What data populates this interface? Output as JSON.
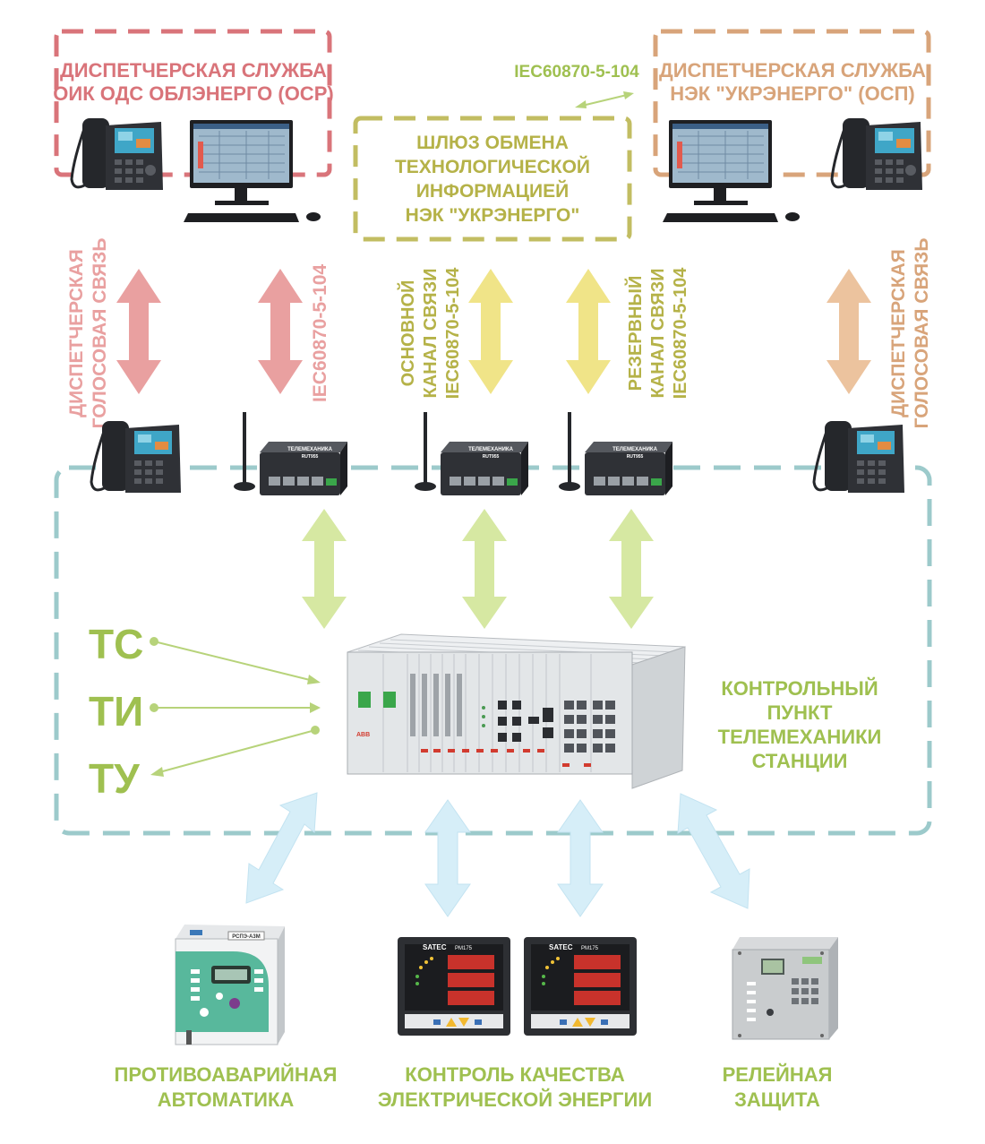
{
  "colors": {
    "red": "#d9747a",
    "red_arrow": "#e9a0a0",
    "tan": "#d8a47a",
    "tan_arrow": "#ecc39e",
    "olive": "#c2bd62",
    "olive_text": "#b5b248",
    "yellow_arrow": "#f0e488",
    "teal": "#9ccacb",
    "green_arrow": "#d6e8a2",
    "green_text": "#9fc050",
    "blue_arrow": "#d6eef8",
    "device_dark": "#2f3136",
    "panel_light": "#e3e6e8"
  },
  "labels": {
    "osr_line1": "ДИСПЕТЧЕРСКАЯ СЛУЖБА",
    "osr_line2": "ОИК ОДС ОБЛЭНЕРГО (ОСР)",
    "osp_line1": "ДИСПЕТЧЕРСКАЯ СЛУЖБА",
    "osp_line2": "НЭК \"УКРЭНЕРГО\" (ОСП)",
    "top_protocol": "IEC60870-5-104",
    "gateway_line1": "ШЛЮЗ ОБМЕНА",
    "gateway_line2": "ТЕХНОЛОГИЧЕСКОЙ",
    "gateway_line3": "ИНФОРМАЦИЕЙ",
    "gateway_line4": "НЭК \"УКРЭНЕРГО\"",
    "voice_left_line1": "ДИСПЕТЧЕРСКАЯ",
    "voice_left_line2": "ГОЛОСОВАЯ СВЯЗЬ",
    "iec_left": "IEC60870-5-104",
    "main_ch_line1": "ОСНОВНОЙ",
    "main_ch_line2": "КАНАЛ СВЯЗИ",
    "main_ch_line3": "IEC60870-5-104",
    "reserve_ch_line1": "РЕЗЕРВНЫЙ",
    "reserve_ch_line2": "КАНАЛ СВЯЗИ",
    "reserve_ch_line3": "IEC60870-5-104",
    "voice_right_line1": "ДИСПЕТЧЕРСКАЯ",
    "voice_right_line2": "ГОЛОСОВАЯ СВЯЗЬ",
    "ts": "ТС",
    "ti": "ТИ",
    "tu": "ТУ",
    "kp_line1": "КОНТРОЛЬНЫЙ",
    "kp_line2": "ПУНКТ",
    "kp_line3": "ТЕЛЕМЕХАНИКИ",
    "kp_line4": "СТАНЦИИ",
    "pa_line1": "ПРОТИВОАВАРИЙНАЯ",
    "pa_line2": "АВТОМАТИКА",
    "kk_line1": "КОНТРОЛЬ КАЧЕСТВА",
    "kk_line2": "ЭЛЕКТРИЧЕСКОЙ ЭНЕРГИИ",
    "rz_line1": "РЕЛЕЙНАЯ",
    "rz_line2": "ЗАЩИТА"
  },
  "device_texts": {
    "modem_brand": "ТЕЛЕМЕХАНИКА",
    "modem_model": "RUT955",
    "rack_brand": "ABB",
    "pa_model": "РСПЭ-А3М",
    "meter_brand": "SATEC",
    "meter_model": "PM175"
  }
}
